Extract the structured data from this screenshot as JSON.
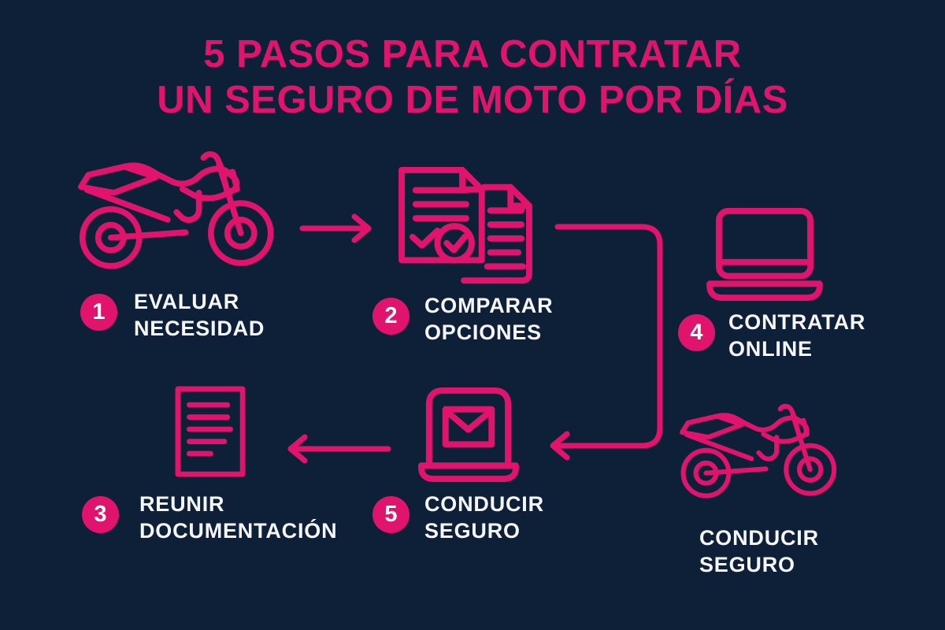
{
  "colors": {
    "background": "#0e2038",
    "accent": "#e0136d",
    "text": "#f5f6f8"
  },
  "title": {
    "line1": "5 PASOS PARA CONTRATAR",
    "line2": "UN SEGURO DE MOTO POR DÍAS"
  },
  "steps": [
    {
      "number": "1",
      "label_line1": "EVALUAR",
      "label_line2": "NECESIDAD",
      "icon": "motorcycle-icon"
    },
    {
      "number": "2",
      "label_line1": "COMPARAR",
      "label_line2": "OPCIONES",
      "icon": "compare-documents-icon"
    },
    {
      "number": "3",
      "label_line1": "REUNIR",
      "label_line2": "DOCUMENTACIÓN",
      "icon": "document-icon"
    },
    {
      "number": "4",
      "label_line1": "CONTRATAR",
      "label_line2": "ONLINE",
      "icon": "laptop-icon"
    },
    {
      "number": "5",
      "label_line1": "CONDUCIR",
      "label_line2": "SEGURO",
      "icon": "laptop-mail-icon"
    }
  ],
  "footer_caption": {
    "line1": "CONDUCIR",
    "line2": "SEGURO",
    "icon": "motorcycle-icon"
  },
  "connectors": [
    {
      "name": "arrow-step1-to-step2",
      "direction": "right"
    },
    {
      "name": "elbow-arrow-step2-to-step5",
      "direction": "right-down-left"
    },
    {
      "name": "arrow-step5-to-step3",
      "direction": "left"
    }
  ]
}
